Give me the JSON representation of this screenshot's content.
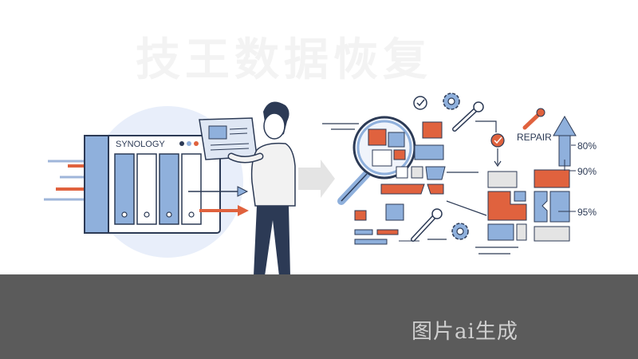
{
  "watermark_text": "技王数据恢复",
  "nas_brand": "SYNOLOGY",
  "repair_label": "REPAIR",
  "progress_labels": [
    "80%",
    "90%",
    "95%"
  ],
  "footer_caption": "图片ai生成",
  "colors": {
    "accent_blue": "#8fb0dc",
    "accent_red": "#e0623e",
    "outline": "#2c3a55",
    "footer": "#5b5b5b"
  }
}
